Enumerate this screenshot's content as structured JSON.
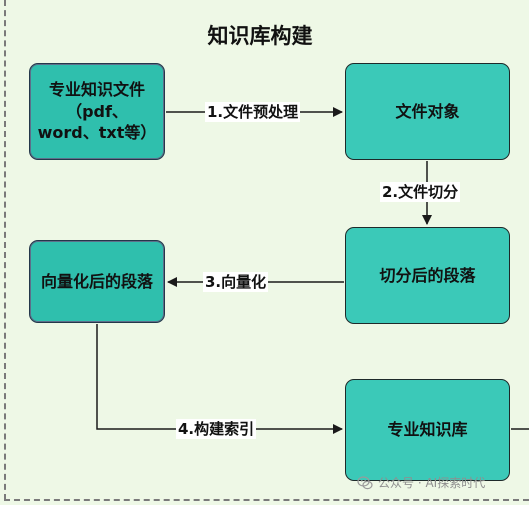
{
  "title": "知识库构建",
  "nodes": {
    "source_files": {
      "line1": "专业知识文件",
      "line2": "（pdf、",
      "line3": "word、txt等）"
    },
    "file_objects": {
      "label": "文件对象"
    },
    "split_paragraphs": {
      "label": "切分后的段落"
    },
    "vectorized_paragraphs": {
      "label": "向量化后的段落"
    },
    "knowledge_base": {
      "label": "专业知识库"
    }
  },
  "edges": {
    "preprocess": "1.文件预处理",
    "split": "2.文件切分",
    "vectorize": "3.向量化",
    "build_index": "4.构建索引"
  },
  "watermark": {
    "text": "公众号 · AI探索时代",
    "icon": "wechat-icon"
  },
  "colors": {
    "background": "#eef8e6",
    "node_fill": "#3bc9b8",
    "node_border": "#1d2a2a",
    "edge": "#1a1a1a"
  }
}
